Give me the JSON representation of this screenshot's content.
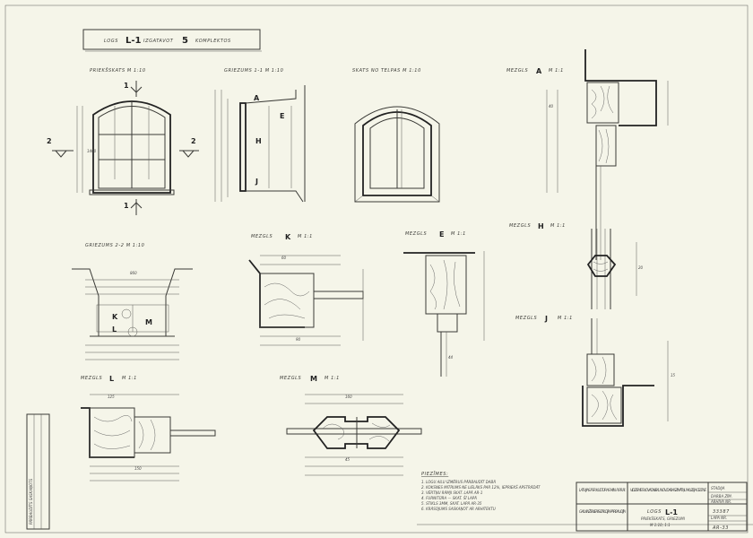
{
  "title_box": {
    "prefix": "LOGS",
    "code": "L-1",
    "verb": "IZGATAVOT",
    "count": "5",
    "suffix": "KOMPLEKTOS"
  },
  "views": {
    "front": "PRIEKŠSKATS  M 1:10",
    "section_1": "GRIEZUMS 1-1  M 1:10",
    "room": "SKATS NO TELPAS  M 1:10",
    "section_2": "GRIEZUMS 2-2  M 1:10",
    "detail_prefix": "MEZGLS",
    "detail_scale": "M 1:1"
  },
  "details": {
    "a": "A",
    "k": "K",
    "e": "E",
    "h": "H",
    "j": "J",
    "l": "L",
    "m": "M"
  },
  "section_marks": {
    "one": "1",
    "two": "2"
  },
  "section_letters": {
    "a": "A",
    "e": "E",
    "h": "H",
    "j": "J",
    "k": "K",
    "l": "L",
    "m": "M"
  },
  "notes": {
    "heading": "PIEZĪMES:",
    "items": [
      "1. LOGU AILU IZMĒRUS PĀRBAUDĪT DABĀ",
      "2. KOKSNES MITRUMS NE LIELĀKS PAR 12%, IEPRIEKŠ APSTRĀDĀT",
      "3. VĒRTŅU RĀMJI SKAT. LAPĀ AR-1",
      "4. FURNITŪRA — SKAT. ŠĪ LAPĀ",
      "5. STIKLS 3MM, SKAT. LAPĀ AR-35",
      "6. KRĀSOJUMS SASKAŅOT AR ARHITEKTU"
    ]
  },
  "title_block": {
    "org_left": "LATVIJAS PSR KULTŪRAS MIN. R.P.R.P.I.",
    "project": "VIDZEMES NOVADNIEKU NOV. DABASZINĀTŅU MUZEJA CELTNE",
    "stage": "STADIJA",
    "stage_value": "DARBA ZĪM.",
    "archive_label": "ARHĪVA NR.",
    "archive": "33387",
    "sheet_label": "LAPA NR.",
    "sheet": "AR-33",
    "people": "GALV. INŽENIERIS IZPILDĪJA PĀRBAUDĪJA",
    "drawing_name": "LOGS",
    "drawing_code": "L-1",
    "drawing_sub": "PRIEKŠSKATS, GRIEZUMI",
    "drawing_scale": "M 1:10, 1:1"
  },
  "stamp": {
    "text": "PĀRBAUDĪTS SASKAŅOTS"
  },
  "dims": [
    "15",
    "20",
    "40",
    "44",
    "45",
    "60",
    "90",
    "125",
    "150",
    "160",
    "860",
    "1460"
  ]
}
